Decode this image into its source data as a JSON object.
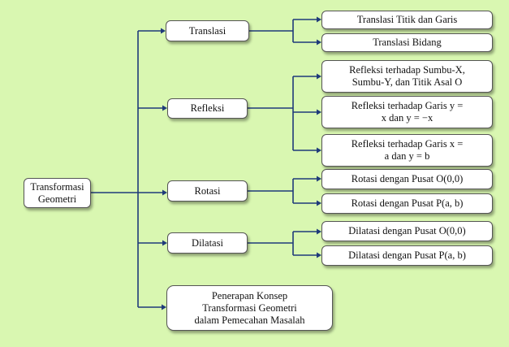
{
  "diagram": {
    "root": "Transformasi\nGeometri",
    "branches": [
      {
        "id": "translasi",
        "label": "Translasi",
        "children": [
          "Translasi Titik dan Garis",
          "Translasi Bidang"
        ]
      },
      {
        "id": "refleksi",
        "label": "Refleksi",
        "children": [
          "Refleksi terhadap Sumbu-X,\nSumbu-Y, dan Titik Asal O",
          "Refleksi terhadap Garis y =\nx dan y = −x",
          "Refleksi terhadap Garis x =\na dan y = b"
        ]
      },
      {
        "id": "rotasi",
        "label": "Rotasi",
        "children": [
          "Rotasi dengan Pusat O(0,0)",
          "Rotasi dengan Pusat P(a, b)"
        ]
      },
      {
        "id": "dilatasi",
        "label": "Dilatasi",
        "children": [
          "Dilatasi dengan Pusat O(0,0)",
          "Dilatasi dengan Pusat P(a, b)"
        ]
      },
      {
        "id": "penerapan",
        "label": "Penerapan Konsep\nTransformasi Geometri\ndalam Pemecahan Masalah",
        "children": []
      }
    ]
  },
  "colors": {
    "background": "#d9f7b1",
    "connector": "#1f3a7a",
    "box_border": "#555555"
  }
}
